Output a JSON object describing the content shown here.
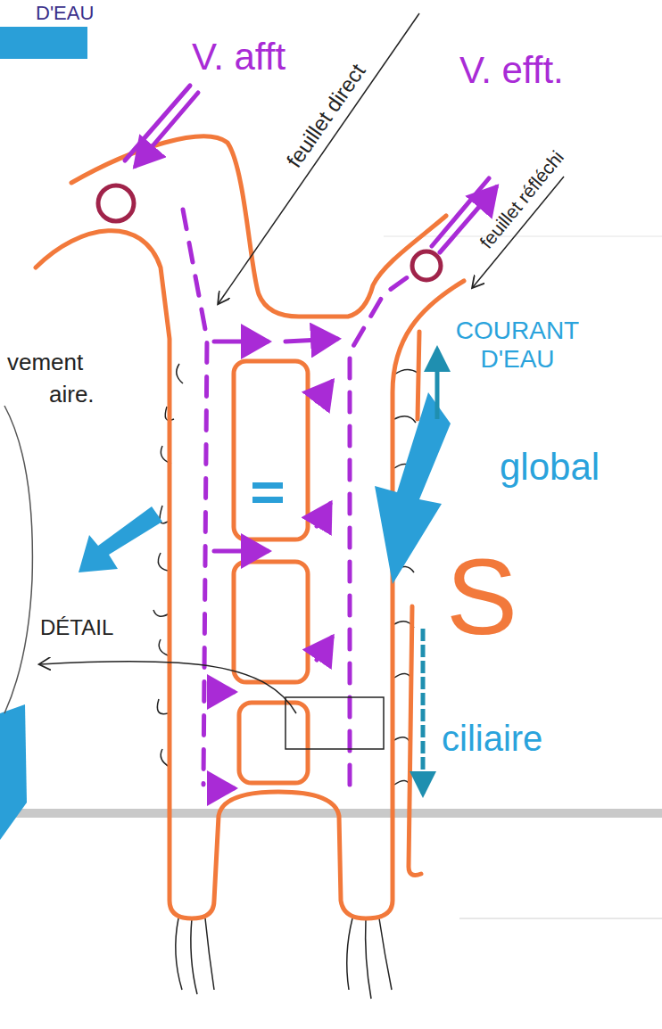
{
  "diagram": {
    "labels": [
      "V. afft",
      "V. efft.",
      "feuillet direct",
      "feuillet réfléchi",
      "COURANT D'EAU",
      "global",
      "S",
      "ciliaire",
      "DÉTAIL",
      "vement",
      "aire.",
      "D'EAU"
    ]
  }
}
